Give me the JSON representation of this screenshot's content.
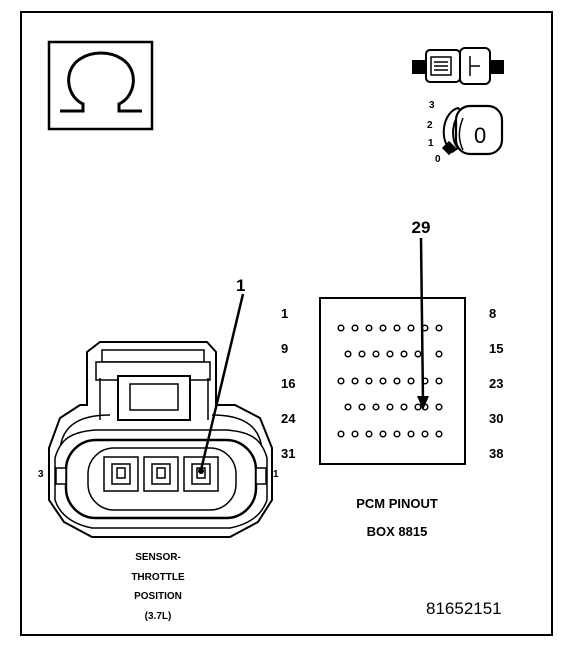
{
  "diagram": {
    "figure_number": "81652151",
    "ohmmeter_symbol": "ohm-icon",
    "connector_icon": "test-connector-icon",
    "ignition_icon": "ignition-key-icon",
    "ignition_positions": [
      "3",
      "2",
      "1",
      "0"
    ],
    "ignition_key_label": "0",
    "throttle_sensor": {
      "pin_callout": "1",
      "left_pin_label": "3",
      "right_pin_label": "1",
      "caption_lines": [
        "SENSOR-",
        "THROTTLE",
        "POSITION",
        "(3.7L)"
      ]
    },
    "pcm": {
      "pin_callout": "29",
      "left_row_labels": [
        "1",
        "9",
        "16",
        "24",
        "31"
      ],
      "right_row_labels": [
        "8",
        "15",
        "23",
        "30",
        "38"
      ],
      "title_lines": [
        "PCM PINOUT",
        "BOX 8815"
      ]
    }
  }
}
